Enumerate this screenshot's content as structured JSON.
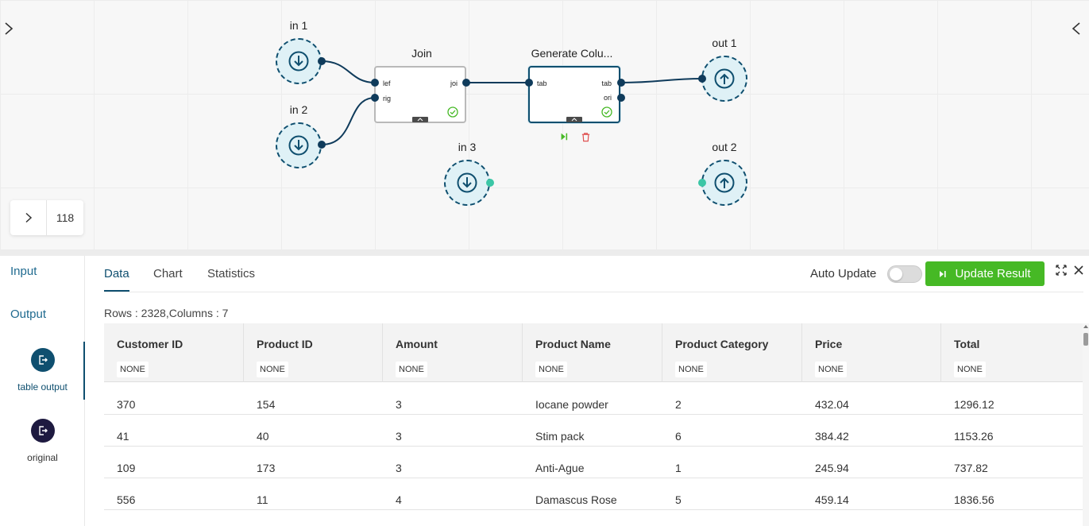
{
  "canvas": {
    "zoom_value": "118",
    "inputs": [
      {
        "label": "in 1"
      },
      {
        "label": "in 2"
      },
      {
        "label": "in 3"
      }
    ],
    "outputs": [
      {
        "label": "out 1"
      },
      {
        "label": "out 2"
      }
    ],
    "join_node": {
      "title": "Join",
      "ports_in": [
        "lef",
        "rig"
      ],
      "ports_out": [
        "joi"
      ]
    },
    "generate_node": {
      "title": "Generate Colu...",
      "ports_in": [
        "tab"
      ],
      "ports_out": [
        "tab",
        "ori"
      ]
    }
  },
  "panel": {
    "side": {
      "input_label": "Input",
      "output_label": "Output",
      "items": [
        {
          "label": "table output",
          "icon": "logout-icon",
          "color": "#0f4f6f",
          "active": true
        },
        {
          "label": "original",
          "icon": "logout-icon",
          "color": "#1e1a40",
          "active": false
        }
      ]
    },
    "tabs": [
      {
        "label": "Data",
        "active": true
      },
      {
        "label": "Chart",
        "active": false
      },
      {
        "label": "Statistics",
        "active": false
      }
    ],
    "auto_update_label": "Auto Update",
    "auto_update_on": false,
    "update_button_label": "Update Result",
    "row_info": "Rows : 2328,Columns : 7",
    "table": {
      "columns": [
        {
          "name": "Customer ID",
          "type": "NONE"
        },
        {
          "name": "Product ID",
          "type": "NONE"
        },
        {
          "name": "Amount",
          "type": "NONE"
        },
        {
          "name": "Product Name",
          "type": "NONE"
        },
        {
          "name": "Product Category",
          "type": "NONE"
        },
        {
          "name": "Price",
          "type": "NONE"
        },
        {
          "name": "Total",
          "type": "NONE"
        }
      ],
      "rows": [
        [
          "370",
          "154",
          "3",
          "Iocane powder",
          "2",
          "432.04",
          "1296.12"
        ],
        [
          "41",
          "40",
          "3",
          "Stim pack",
          "6",
          "384.42",
          "1153.26"
        ],
        [
          "109",
          "173",
          "3",
          "Anti-Ague",
          "1",
          "245.94",
          "737.82"
        ],
        [
          "556",
          "11",
          "4",
          "Damascus Rose",
          "5",
          "459.14",
          "1836.56"
        ]
      ]
    }
  },
  "colors": {
    "accent": "#0f4f6f",
    "update_button": "#46b925",
    "link": "#1f6a8f",
    "port_dark": "#0f3b5b",
    "port_teal": "#3bc6a6",
    "delete_red": "#e05252"
  }
}
